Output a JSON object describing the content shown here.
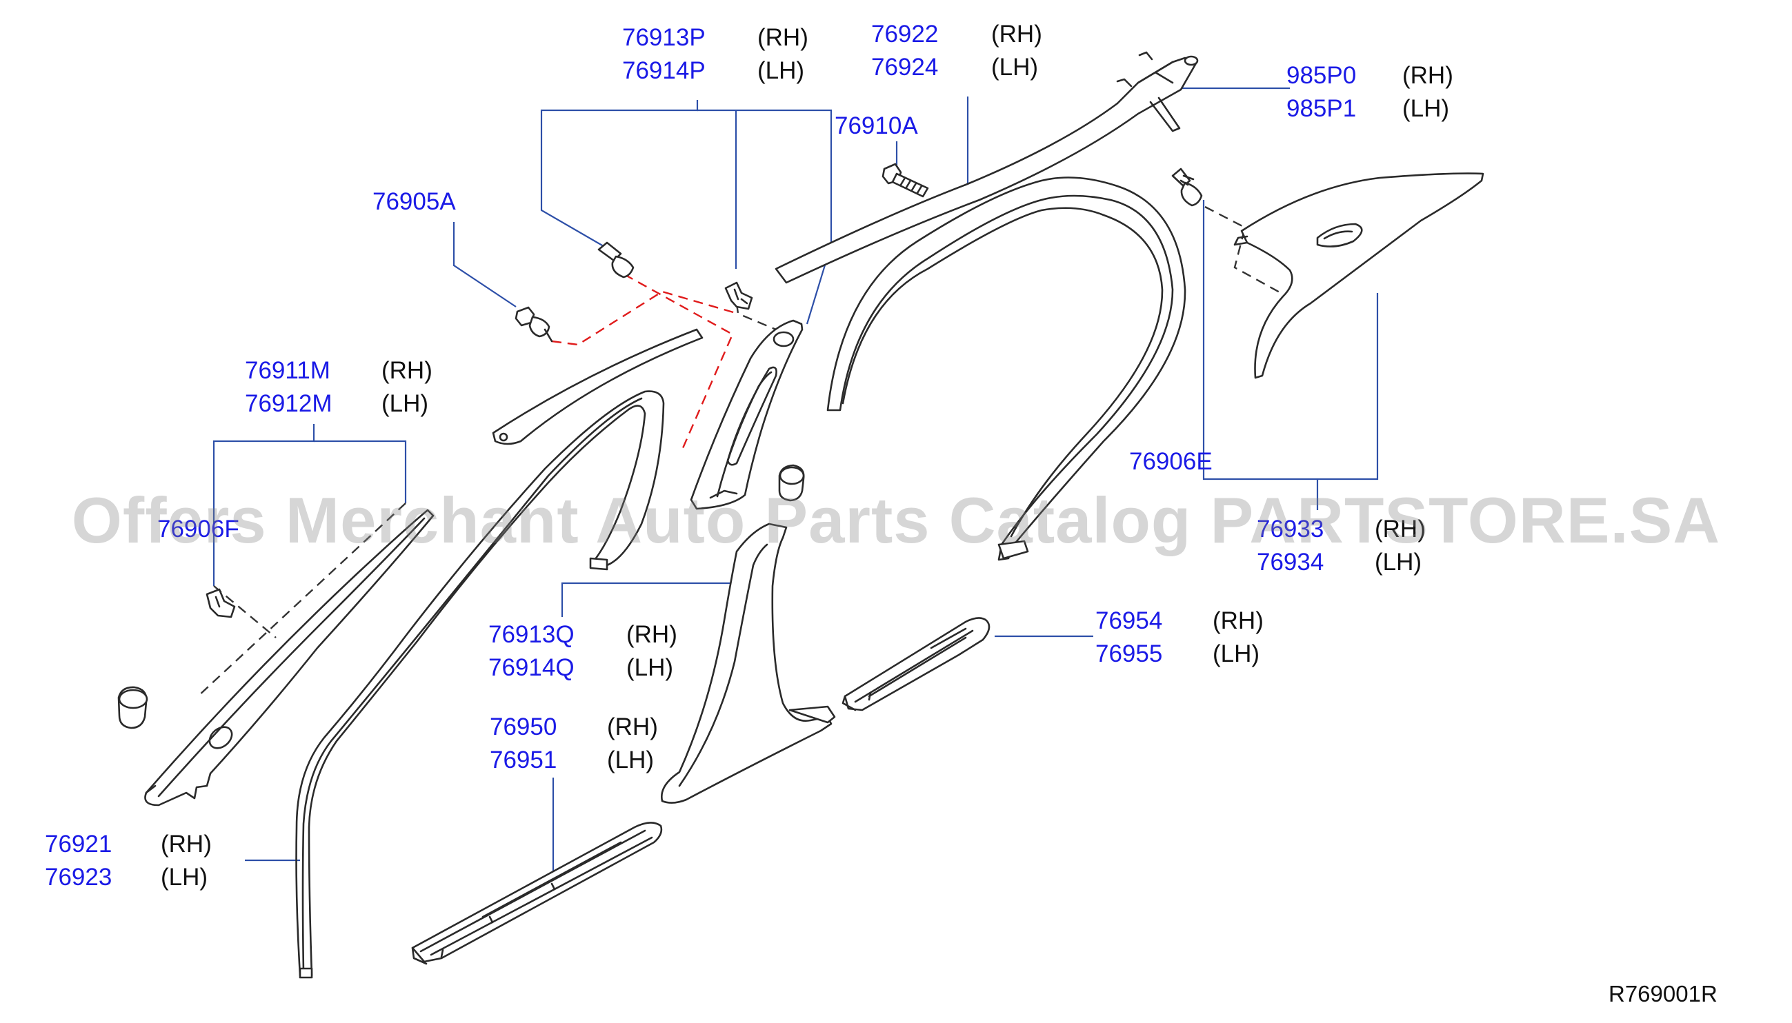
{
  "callouts": {
    "p76913P": {
      "part": "76913P",
      "side": "(RH)"
    },
    "p76914P": {
      "part": "76914P",
      "side": "(LH)"
    },
    "p76922": {
      "part": "76922",
      "side": "(RH)"
    },
    "p76924": {
      "part": "76924",
      "side": "(LH)"
    },
    "p985P0": {
      "part": "985P0",
      "side": "(RH)"
    },
    "p985P1": {
      "part": "985P1",
      "side": "(LH)"
    },
    "p76910A": {
      "part": "76910A"
    },
    "p76905A": {
      "part": "76905A"
    },
    "p76911M": {
      "part": "76911M",
      "side": "(RH)"
    },
    "p76912M": {
      "part": "76912M",
      "side": "(LH)"
    },
    "p76906E": {
      "part": "76906E"
    },
    "p76933": {
      "part": "76933",
      "side": "(RH)"
    },
    "p76934": {
      "part": "76934",
      "side": "(LH)"
    },
    "p76906F": {
      "part": "76906F"
    },
    "p76913Q": {
      "part": "76913Q",
      "side": "(RH)"
    },
    "p76914Q": {
      "part": "76914Q",
      "side": "(LH)"
    },
    "p76954": {
      "part": "76954",
      "side": "(RH)"
    },
    "p76955": {
      "part": "76955",
      "side": "(LH)"
    },
    "p76950": {
      "part": "76950",
      "side": "(RH)"
    },
    "p76951": {
      "part": "76951",
      "side": "(LH)"
    },
    "p76921": {
      "part": "76921",
      "side": "(RH)"
    },
    "p76923": {
      "part": "76923",
      "side": "(LH)"
    }
  },
  "diagram_ref": "R769001R",
  "watermark": "Offers Merchant Auto Parts Catalog PARTSTORE.SA",
  "colors": {
    "part_number": "#1a1ae6",
    "leader_line": "#2d4fa8",
    "hidden_line_red": "#e01b1b",
    "outline": "#2a2a2a"
  }
}
